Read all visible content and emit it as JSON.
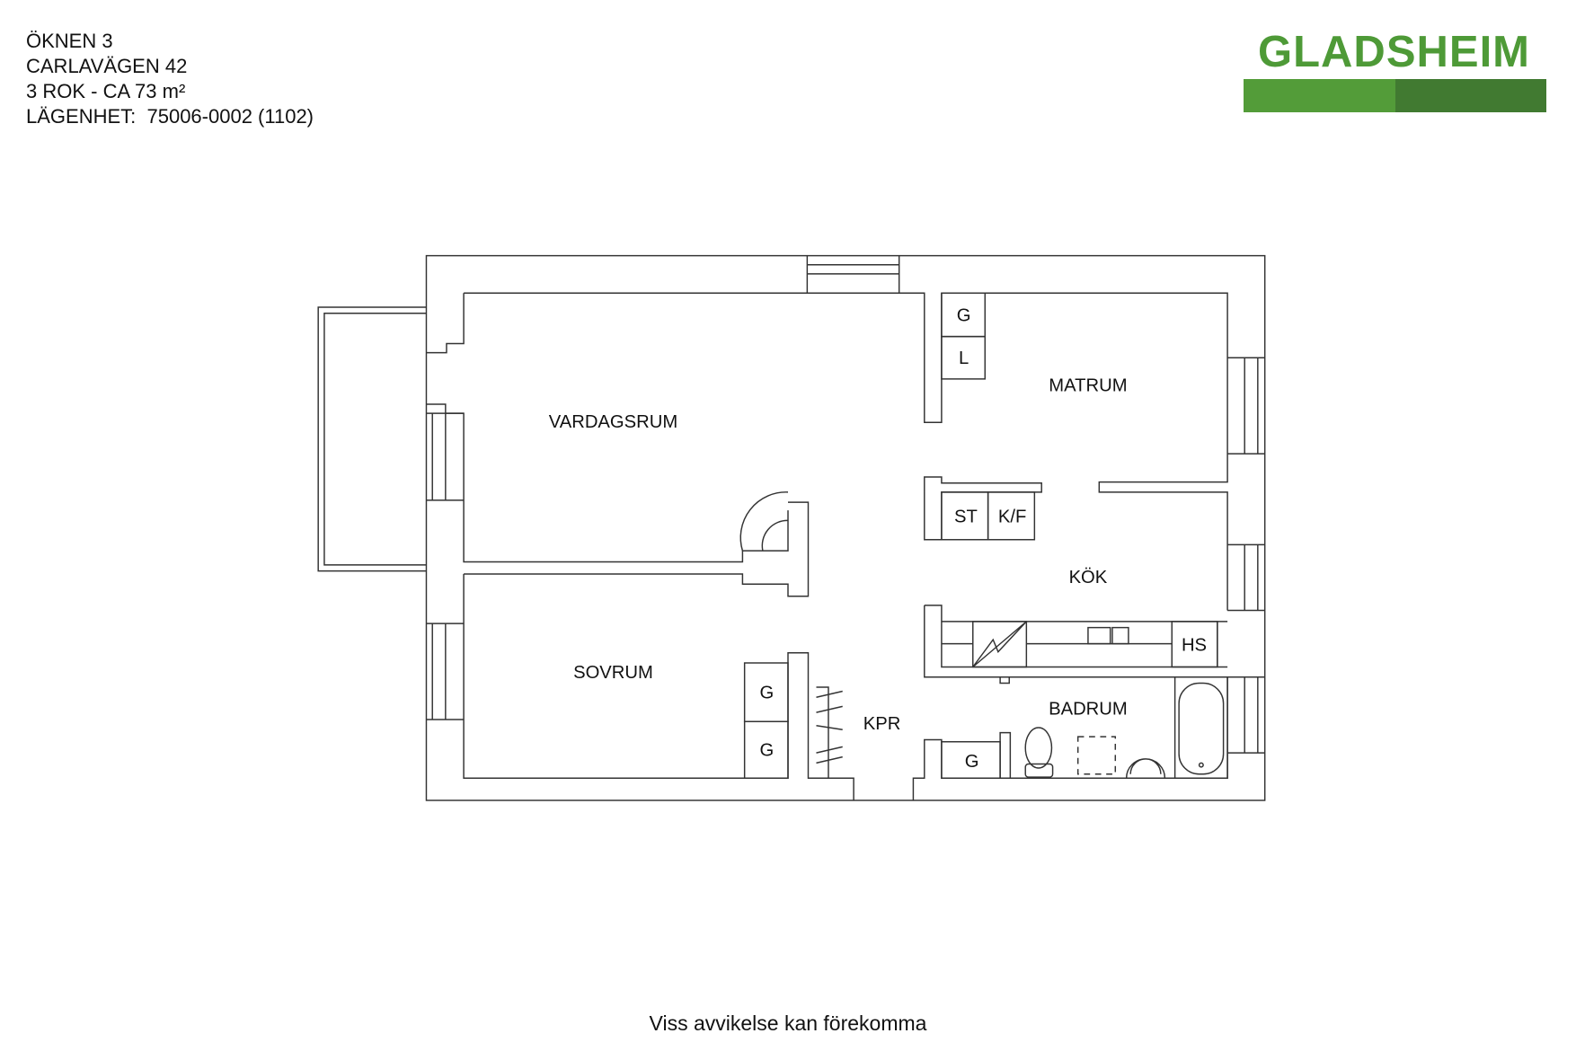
{
  "header": {
    "line1": "ÖKNEN 3",
    "line2": "CARLAVÄGEN 42",
    "line3": "3 ROK - CA 73 m²",
    "line4": "LÄGENHET:  75006-0002 (1102)"
  },
  "logo": {
    "text": "GLADSHEIM",
    "color_light": "#539c39",
    "color_dark": "#417a31"
  },
  "rooms": {
    "vardagsrum": "VARDAGSRUM",
    "sovrum": "SOVRUM",
    "matrum": "MATRUM",
    "kok": "KÖK",
    "badrum": "BADRUM",
    "kpr": "KPR"
  },
  "fixtures": {
    "g": "G",
    "l": "L",
    "st": "ST",
    "kf": "K/F",
    "hs": "HS"
  },
  "footer": "Viss avvikelse kan förekomma"
}
